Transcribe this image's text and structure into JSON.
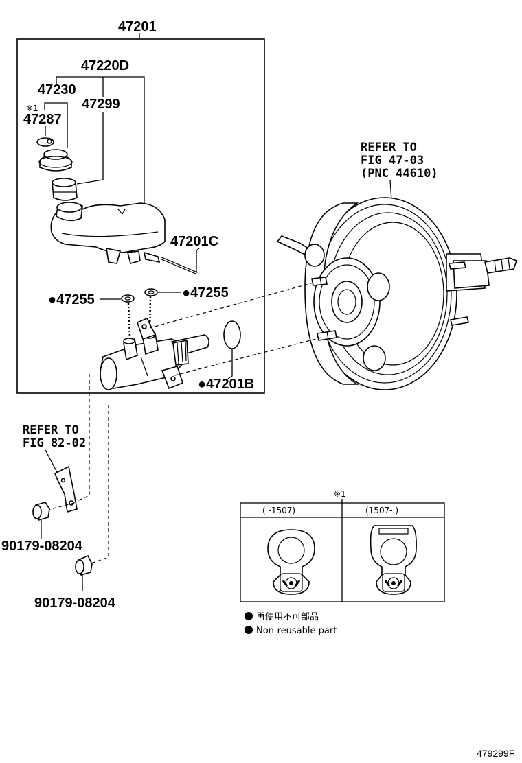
{
  "labels": {
    "assembly": "47201",
    "reservoir_set": "47220D",
    "cap": "47230",
    "strainer": "47299",
    "cap_part_note": "※1",
    "cap_part": "47287",
    "pin": "47201C",
    "grommet_left": "●47255",
    "grommet_right": "●47255",
    "oring": "●47201B",
    "nut_upper": "90179-08204",
    "nut_lower": "90179-08204"
  },
  "refs": {
    "booster": [
      "REFER TO",
      "FIG 47-03",
      "(PNC 44610)"
    ],
    "bracket": [
      "REFER TO",
      "FIG 82-02"
    ]
  },
  "inset": {
    "note": "※1",
    "col_left": "(      -1507)",
    "col_right": "(1507-      )"
  },
  "legend": {
    "line1": "再使用不可部品",
    "line2": "Non-reusable part"
  },
  "figure_id": "479299F"
}
